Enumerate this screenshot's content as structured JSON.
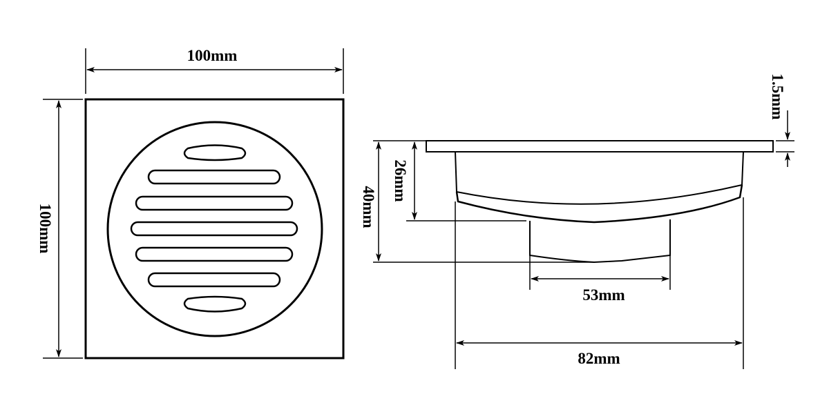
{
  "top_view": {
    "width_label": "100mm",
    "height_label": "100mm"
  },
  "side_view": {
    "flange_thickness_label": "1.5mm",
    "body_depth_label": "26mm",
    "total_depth_label": "40mm",
    "outlet_diameter_label": "53mm",
    "body_diameter_label": "82mm"
  }
}
